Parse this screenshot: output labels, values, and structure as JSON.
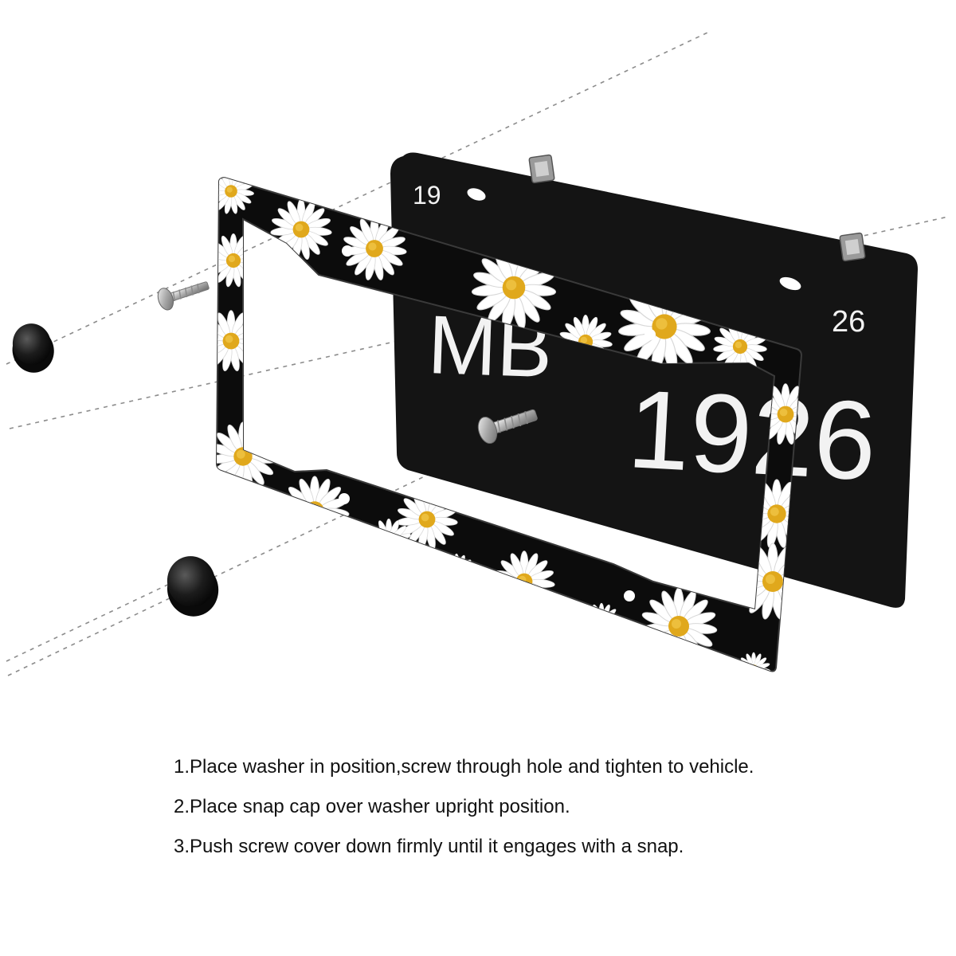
{
  "plate": {
    "top_left": "19",
    "top_right": "26",
    "letters": "MB",
    "number": "1926"
  },
  "instructions": [
    "1.Place washer in position,screw through hole and tighten to vehicle.",
    "2.Place snap cap over washer upright position.",
    "3.Push screw cover down firmly until it engages with a snap."
  ],
  "colors": {
    "plate": "#141414",
    "frame": "#0c0c0c",
    "daisy_petal": "#ffffff",
    "daisy_center": "#e0a81c",
    "guide_line": "#8c8c8c",
    "text": "#111111"
  },
  "icons": {
    "screw": "screw-icon",
    "snap_cap": "snap-cap-icon",
    "washer": "washer-icon",
    "daisy": "daisy-icon"
  }
}
